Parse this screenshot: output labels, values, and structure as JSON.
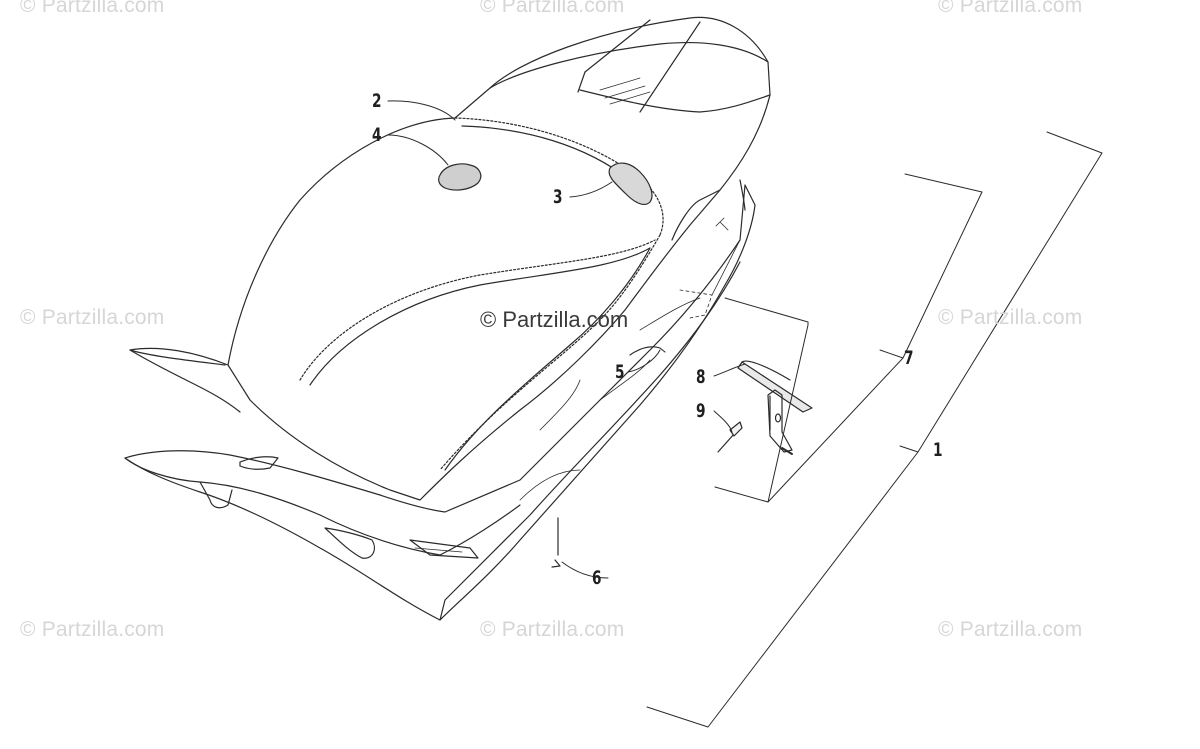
{
  "watermarks": {
    "top_left": "© Partzilla.com",
    "top_center": "© Partzilla.com",
    "top_right": "© Partzilla.com",
    "mid_left": "© Partzilla.com",
    "center": "© Partzilla.com",
    "mid_right": "© Partzilla.com",
    "bottom_left": "© Partzilla.com",
    "bottom_center": "© Partzilla.com",
    "bottom_right": "© Partzilla.com"
  },
  "callouts": {
    "c1": "1",
    "c2": "2",
    "c3": "3",
    "c4": "4",
    "c5": "5",
    "c6": "6",
    "c7": "7",
    "c8": "8",
    "c9": "9"
  },
  "colors": {
    "line": "#2b2b2b",
    "watermark": "#d6d6d6",
    "patch_fill": "#cfcfcf"
  }
}
